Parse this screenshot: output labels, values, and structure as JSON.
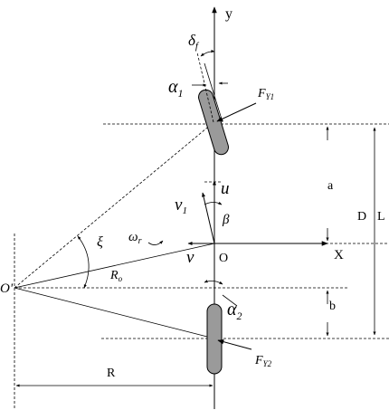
{
  "labels": {
    "y_axis": "y",
    "x_axis": "X",
    "origin": "O",
    "center": "O'",
    "delta": "δ",
    "delta_sub": "f",
    "alpha1": "α",
    "alpha1_sub": "1",
    "alpha2": "α",
    "alpha2_sub": "2",
    "F1": "F",
    "F1_sub": "Y1",
    "F2": "F",
    "F2_sub": "Y2",
    "u": "u",
    "v1": "v",
    "v1_sub": "1",
    "beta": "β",
    "omega": "ω",
    "omega_sub": "r",
    "v": "v",
    "xi": "ξ",
    "Ro": "R",
    "Ro_sub": "o",
    "a": "a",
    "b": "b",
    "D": "D",
    "L": "L",
    "R": "R"
  }
}
